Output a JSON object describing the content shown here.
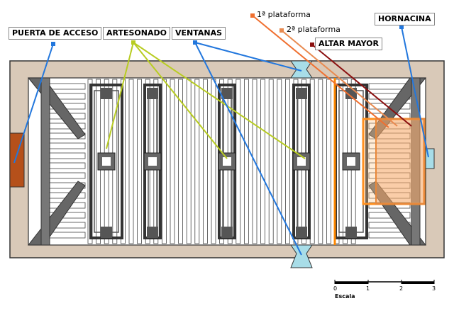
{
  "labels": {
    "puerta": "PUERTA DE ACCESO",
    "artesonado": "ARTESONADO",
    "ventanas": "VENTANAS",
    "plataforma1": "1ª plataforma",
    "plataforma2": "2ª plataforma",
    "altar": "ALTAR MAYOR",
    "hornacina": "HORNACINA"
  },
  "scale": {
    "title": "Escala",
    "ticks": [
      "0",
      "1",
      "2",
      "3"
    ]
  },
  "colors": {
    "wall": "#d9c9b8",
    "leader_puerta": "#2277dd",
    "leader_artesonado": "#b8cc22",
    "leader_ventanas": "#2277dd",
    "leader_plataforma1": "#f07030",
    "leader_plataforma2": "#e88a50",
    "leader_altar": "#8b1010",
    "leader_hornacina": "#2277dd",
    "door": "#b5501a",
    "window": "#a8dde8",
    "orange_line": "#ff8800"
  }
}
